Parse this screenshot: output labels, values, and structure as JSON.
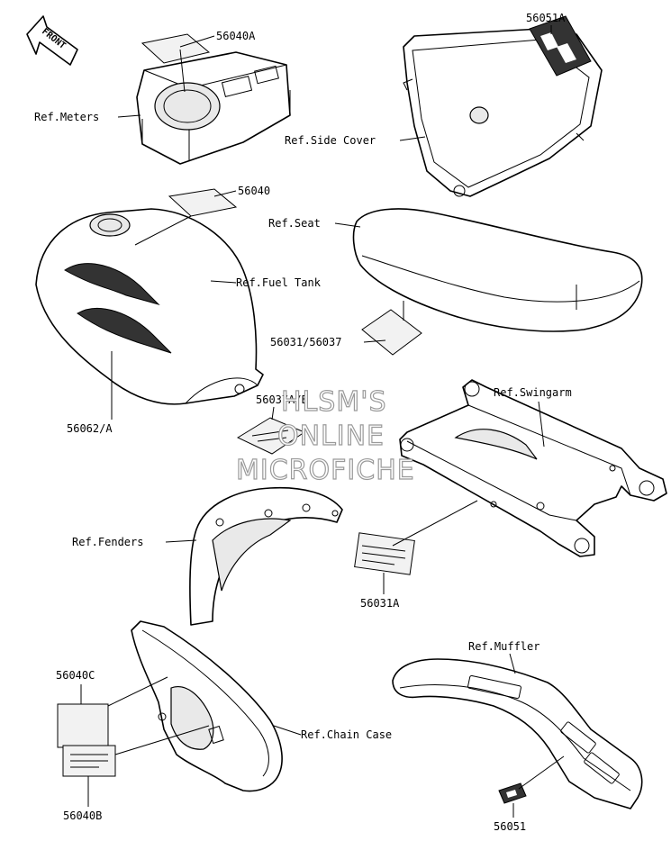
{
  "front_arrow": {
    "label": "FRONT"
  },
  "labels": {
    "p56040A": "56040A",
    "ref_meters": "Ref.Meters",
    "p56051A": "56051A",
    "ref_side_cover": "Ref.Side Cover",
    "p56040": "56040",
    "ref_fuel_tank": "Ref.Fuel Tank",
    "ref_seat": "Ref.Seat",
    "p56031_56037": "56031/56037",
    "p56062A": "56062/A",
    "p56037AB": "56037A/B",
    "ref_swingarm": "Ref.Swingarm",
    "ref_fenders": "Ref.Fenders",
    "p56031A": "56031A",
    "ref_muffler": "Ref.Muffler",
    "p56040C": "56040C",
    "ref_chain_case": "Ref.Chain Case",
    "p56040B": "56040B",
    "p56051": "56051"
  },
  "watermark": {
    "line1": "HLSM'S",
    "line2": "ONLINE",
    "line3": "MICROFICHE"
  }
}
